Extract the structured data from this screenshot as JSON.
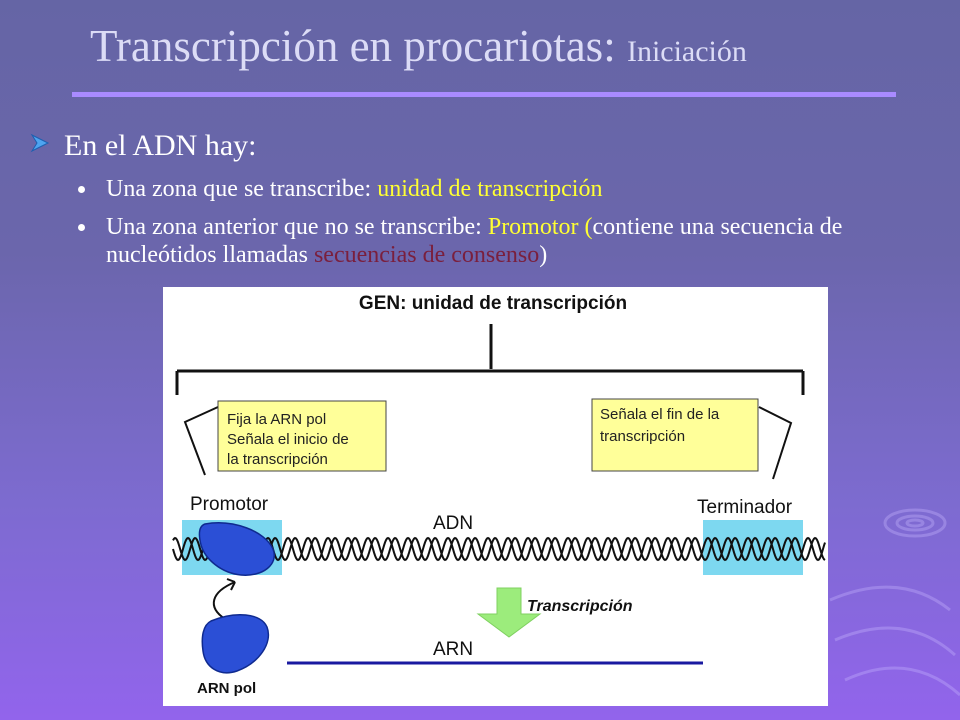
{
  "title": {
    "main": "Transcripción en procariotas:",
    "sub": "Iniciación"
  },
  "main_bullet": "En el ADN hay:",
  "sub_bullets": [
    {
      "plain": "Una zona que se transcribe: ",
      "highlight": "unidad de transcripción"
    },
    {
      "plain1": "Una zona anterior que no se transcribe: ",
      "highlight1": "Promotor (",
      "plain2": "contiene una secuencia de nucleótidos llamadas ",
      "highlight2": "secuencias de consenso",
      "plain3": ")"
    }
  ],
  "diagram": {
    "gen_label": "GEN: unidad de transcripción",
    "promoter_box": [
      "Fija la ARN pol",
      "Señala el inicio de",
      "la transcripción"
    ],
    "terminator_box": [
      "Señala el fin de la",
      "transcripción"
    ],
    "promotor_label": "Promotor",
    "terminador_label": "Terminador",
    "adn_label": "ADN",
    "transcripcion_label": "Transcripción",
    "arn_label": "ARN",
    "arn_pol_label": "ARN pol",
    "colors": {
      "box_fill": "#ffff99",
      "region_fill": "#7dd8f0",
      "dna_strand": "#111111",
      "rna_line": "#1a1aa0",
      "polymerase": "#2b4fd6",
      "arrow": "#9cec7c"
    }
  }
}
